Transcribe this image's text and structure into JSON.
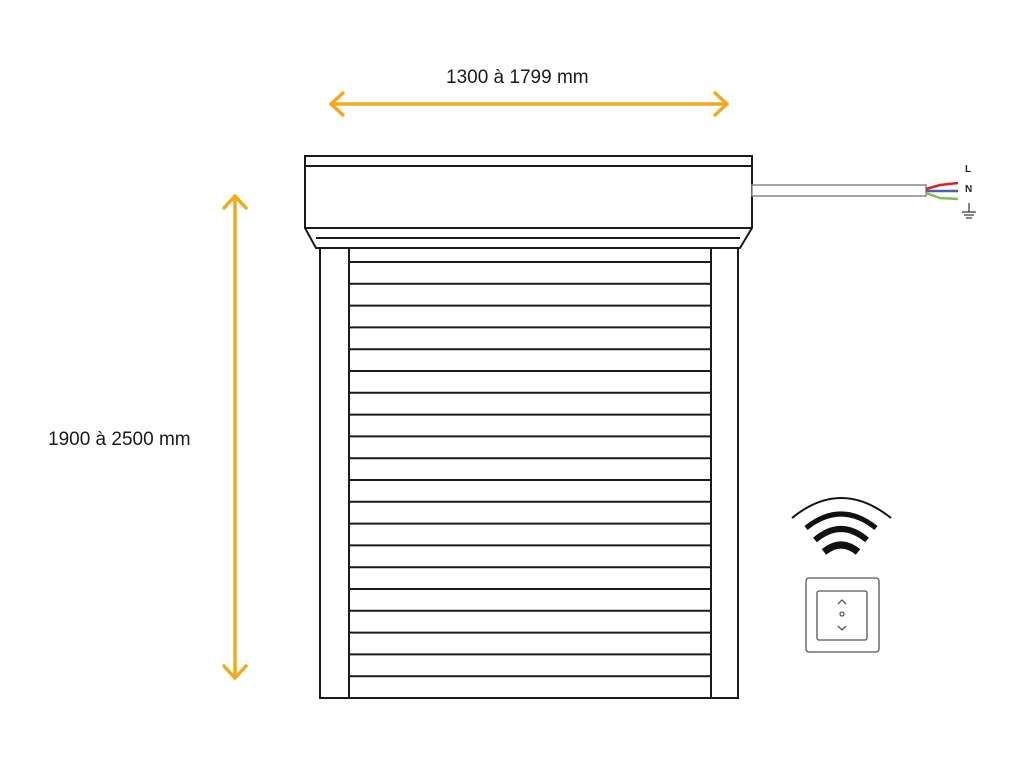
{
  "dimensions": {
    "width_label": "1300 à 1799 mm",
    "height_label": "1900 à 2500 mm"
  },
  "wiring": {
    "live": "L",
    "neutral": "N",
    "ground": "ground-symbol"
  },
  "colors": {
    "accent": "#F2A91E",
    "line": "#1a1a1a",
    "wire_live": "#e02020",
    "wire_neutral": "#5060b0",
    "wire_ground": "#80c050"
  },
  "remote": {
    "up": "^",
    "stop": "o",
    "down": "v"
  }
}
